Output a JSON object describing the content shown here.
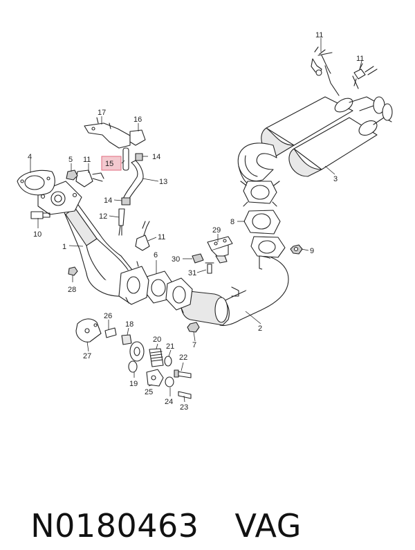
{
  "callouts": [
    {
      "id": "c1",
      "label": "1"
    },
    {
      "id": "c2",
      "label": "2"
    },
    {
      "id": "c3",
      "label": "3"
    },
    {
      "id": "c4",
      "label": "4"
    },
    {
      "id": "c5",
      "label": "5"
    },
    {
      "id": "c6",
      "label": "6"
    },
    {
      "id": "c7",
      "label": "7"
    },
    {
      "id": "c8",
      "label": "8"
    },
    {
      "id": "c9",
      "label": "9"
    },
    {
      "id": "c10",
      "label": "10"
    },
    {
      "id": "c11a",
      "label": "11"
    },
    {
      "id": "c11b",
      "label": "11"
    },
    {
      "id": "c11c",
      "label": "11"
    },
    {
      "id": "c11d",
      "label": "11"
    },
    {
      "id": "c12",
      "label": "12"
    },
    {
      "id": "c13",
      "label": "13"
    },
    {
      "id": "c14a",
      "label": "14"
    },
    {
      "id": "c14b",
      "label": "14"
    },
    {
      "id": "c15",
      "label": "15"
    },
    {
      "id": "c16",
      "label": "16"
    },
    {
      "id": "c17",
      "label": "17"
    },
    {
      "id": "c18",
      "label": "18"
    },
    {
      "id": "c19",
      "label": "19"
    },
    {
      "id": "c20",
      "label": "20"
    },
    {
      "id": "c21",
      "label": "21"
    },
    {
      "id": "c22",
      "label": "22"
    },
    {
      "id": "c23",
      "label": "23"
    },
    {
      "id": "c24",
      "label": "24"
    },
    {
      "id": "c25",
      "label": "25"
    },
    {
      "id": "c26",
      "label": "26"
    },
    {
      "id": "c27",
      "label": "27"
    },
    {
      "id": "c28",
      "label": "28"
    },
    {
      "id": "c29",
      "label": "29"
    },
    {
      "id": "c30",
      "label": "30"
    },
    {
      "id": "c31",
      "label": "31"
    }
  ],
  "highlighted_part": "15",
  "caption": {
    "part_number": "N0180463",
    "brand": "VAG"
  },
  "colors": {
    "highlight_fill": "#f3c9cf",
    "highlight_stroke": "#e06a7d",
    "line": "#222222"
  }
}
